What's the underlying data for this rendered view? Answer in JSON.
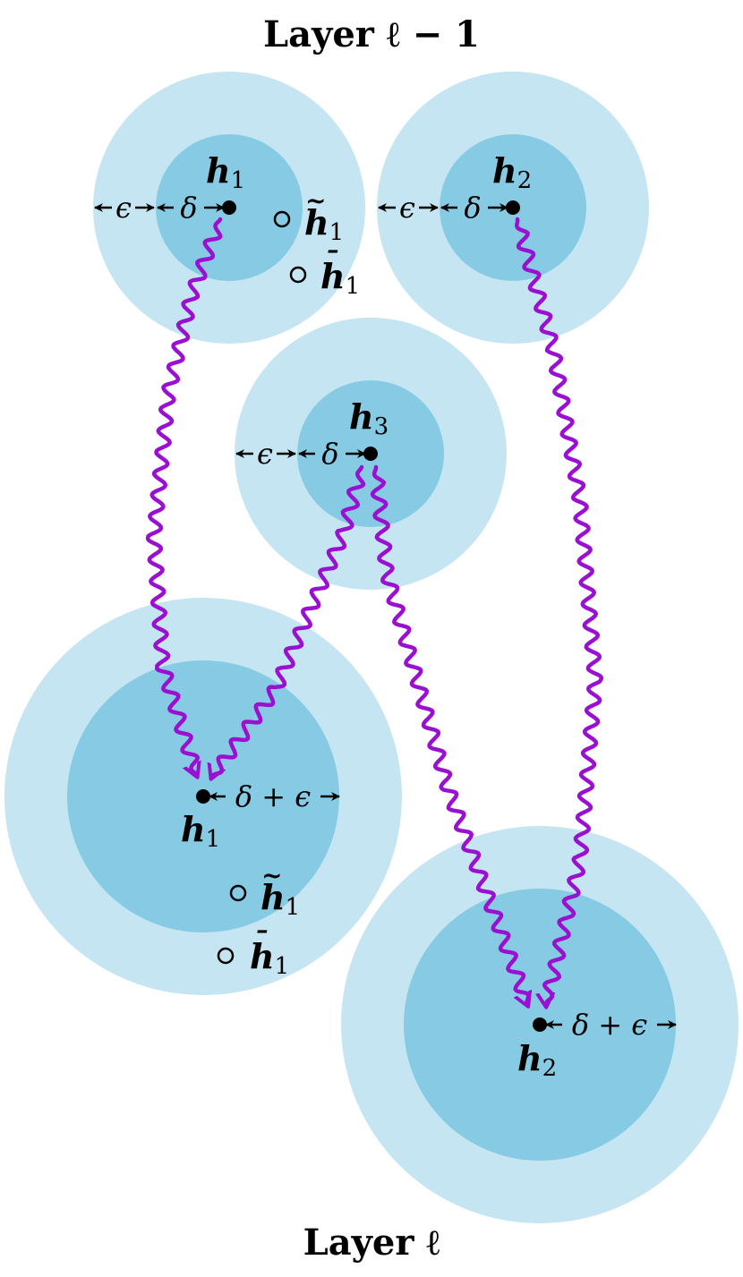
{
  "titles": {
    "top": "Layer ℓ − 1",
    "bottom": "Layer ℓ"
  },
  "labels": {
    "h": "h",
    "sub1": "1",
    "sub2": "2",
    "sub3": "3",
    "tilde": "~",
    "bar": "¯",
    "epsilon": "ϵ",
    "delta": "δ",
    "delta_plus_epsilon": "δ + ϵ"
  },
  "colors": {
    "outer_circle": "#c4e5f1",
    "inner_circle": "#86cbe3",
    "wave": "#9a0fd2",
    "ink": "#000000"
  }
}
